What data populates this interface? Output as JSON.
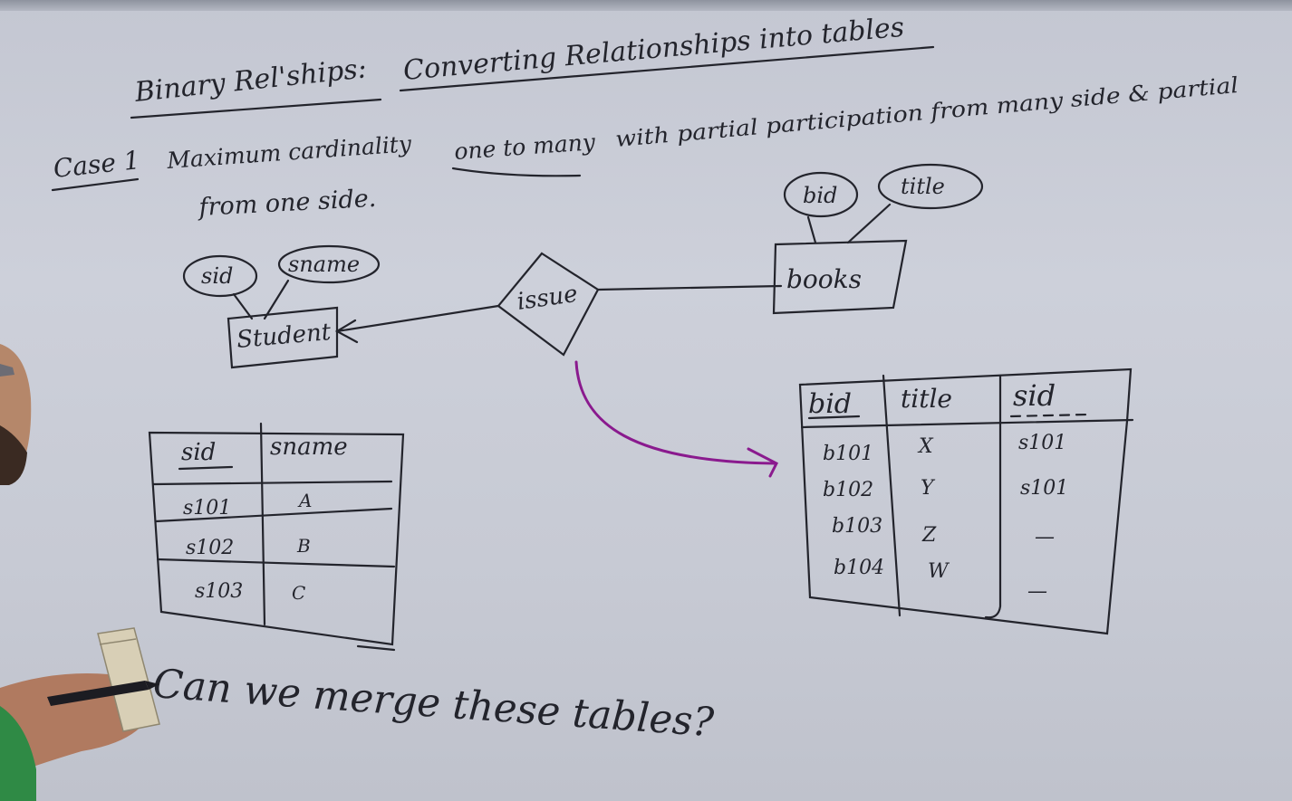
{
  "heading": {
    "left": "Binary Rel'ships:",
    "right": "Converting Relationships into tables"
  },
  "case": {
    "label": "Case 1",
    "line1": "Maximum cardinality",
    "underlined": "one to many",
    "line1_rest": "with partial participation from many side & partial",
    "line2": "from one side."
  },
  "er": {
    "entity_left": "Student",
    "entity_right": "books",
    "relationship": "issue",
    "attrs_left": [
      "sid",
      "sname"
    ],
    "attrs_right": [
      "bid",
      "title"
    ]
  },
  "student_table": {
    "headers": [
      "sid",
      "sname"
    ],
    "rows": [
      [
        "s101",
        "A"
      ],
      [
        "s102",
        "B"
      ],
      [
        "s103",
        "C"
      ]
    ]
  },
  "books_table": {
    "headers": [
      "bid",
      "title",
      "sid"
    ],
    "rows": [
      [
        "b101",
        "X",
        "s101"
      ],
      [
        "b102",
        "Y",
        "s101"
      ],
      [
        "b103",
        "Z",
        "—"
      ],
      [
        "b104",
        "W",
        "—"
      ]
    ]
  },
  "question": "Can we merge these tables?",
  "colors": {
    "ink": "#23242c",
    "arrow": "#8a1a8e",
    "board": "#c9ccd6"
  }
}
